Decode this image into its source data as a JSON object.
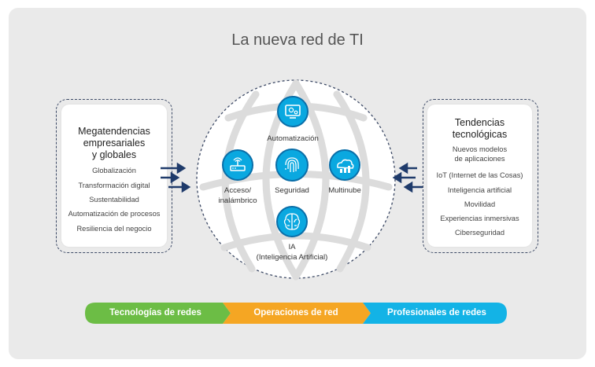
{
  "title": "La nueva red de TI",
  "left_box": {
    "title_lines": [
      "Megatendencias",
      "empresariales",
      "y globales"
    ],
    "items": [
      "Globalización",
      "Transformación digital",
      "Sustentabilidad",
      "Automatización de procesos",
      "Resiliencia del negocio"
    ]
  },
  "right_box": {
    "title_lines": [
      "Tendencias",
      "tecnológicas"
    ],
    "items": [
      "Nuevos modelos",
      "de aplicaciones",
      "IoT (Internet de las Cosas)",
      "Inteligencia artificial",
      "Movilidad",
      "Experiencias inmersivas",
      "Ciberseguridad"
    ]
  },
  "hub": {
    "automatizacion": "Automatización",
    "acceso_line1": "Acceso/",
    "acceso_line2": "inalámbrico",
    "seguridad": "Seguridad",
    "multinube": "Multinube",
    "ia_line1": "IA",
    "ia_line2": "(Inteligencia Artificial)"
  },
  "flow": {
    "step1": "Tecnologías de redes",
    "step2": "Operaciones de red",
    "step3": "Profesionales de redes"
  },
  "colors": {
    "green": "#6cbd45",
    "orange": "#f5a623",
    "blue": "#13b3e6",
    "icon_blue": "#0aa8e0",
    "arrow_navy": "#1f3b6b"
  }
}
